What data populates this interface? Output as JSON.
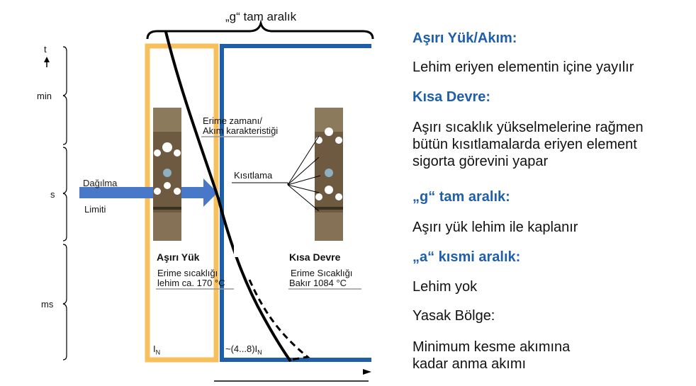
{
  "diagram": {
    "top_label": "„g“ tam aralık",
    "axis_t": "t",
    "axis_min": "min",
    "axis_s": "s",
    "axis_ms": "ms",
    "dagilma_line1": "Dağılma",
    "dagilma_line2": "Limiti",
    "erime_zamani_line1": "Erime zamanı/",
    "erime_zamani_line2": "Akım karakteristiği",
    "kisitlama": "Kısıtlama",
    "asiri_yuk_title": "Aşırı Yük",
    "asiri_yuk_line1": "Erime sıcaklığı",
    "asiri_yuk_line2": "lehim ca. 170 °C",
    "kisa_devre_title": "Kısa Devre",
    "kisa_devre_line1": "Erime Sıcaklığı",
    "kisa_devre_line2": "Bakır 1084 °C",
    "in_label": "I",
    "in_sub": "N",
    "range_label": "~(4...8)I",
    "range_sub": "N",
    "colors": {
      "orange": "#f7c05c",
      "blue": "#1f5fa8",
      "arrow": "#4a78c8"
    }
  },
  "notes": [
    {
      "heading": "Aşırı Yük/Akım:",
      "text": "Lehim eriyen elementin içine yayılır"
    },
    {
      "heading": "Kısa Devre:",
      "text": "Aşırı sıcaklık yükselmelerine rağmen\nbütün kısıtlamalarda eriyen element\nsigorta görevini yapar"
    },
    {
      "heading": "„g“ tam aralık:",
      "text": "Aşırı yük lehim ile kaplanır"
    },
    {
      "heading": "„a“ kısmi aralık:",
      "text": "Lehim yok"
    },
    {
      "text": "Yasak Bölge:"
    },
    {
      "text": "Minimum kesme akımına\nkadar anma akımı"
    }
  ]
}
